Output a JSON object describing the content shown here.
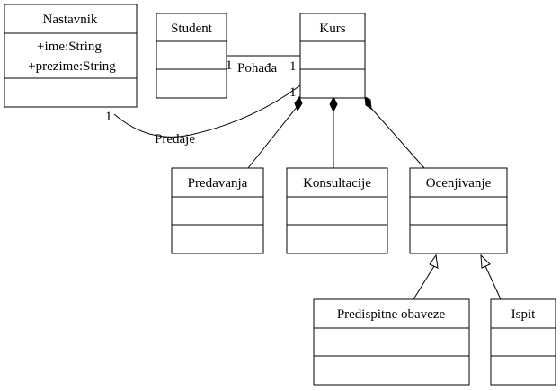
{
  "classes": {
    "nastavnik": {
      "name": "Nastavnik",
      "attributes": [
        "+ime:String",
        "+prezime:String"
      ]
    },
    "student": {
      "name": "Student"
    },
    "kurs": {
      "name": "Kurs"
    },
    "predavanja": {
      "name": "Predavanja"
    },
    "konsultacije": {
      "name": "Konsultacije"
    },
    "ocenjivanje": {
      "name": "Ocenjivanje"
    },
    "predispitne": {
      "name": "Predispitne obaveze"
    },
    "ispit": {
      "name": "Ispit"
    }
  },
  "associations": {
    "pohadja": {
      "label": "Pohađa",
      "mult_source": "1",
      "mult_target": "1"
    },
    "predaje": {
      "label": "Predaje",
      "mult_source": "1",
      "mult_target": "1"
    }
  },
  "colors": {
    "line": "#000000",
    "fill": "#ffffff"
  }
}
